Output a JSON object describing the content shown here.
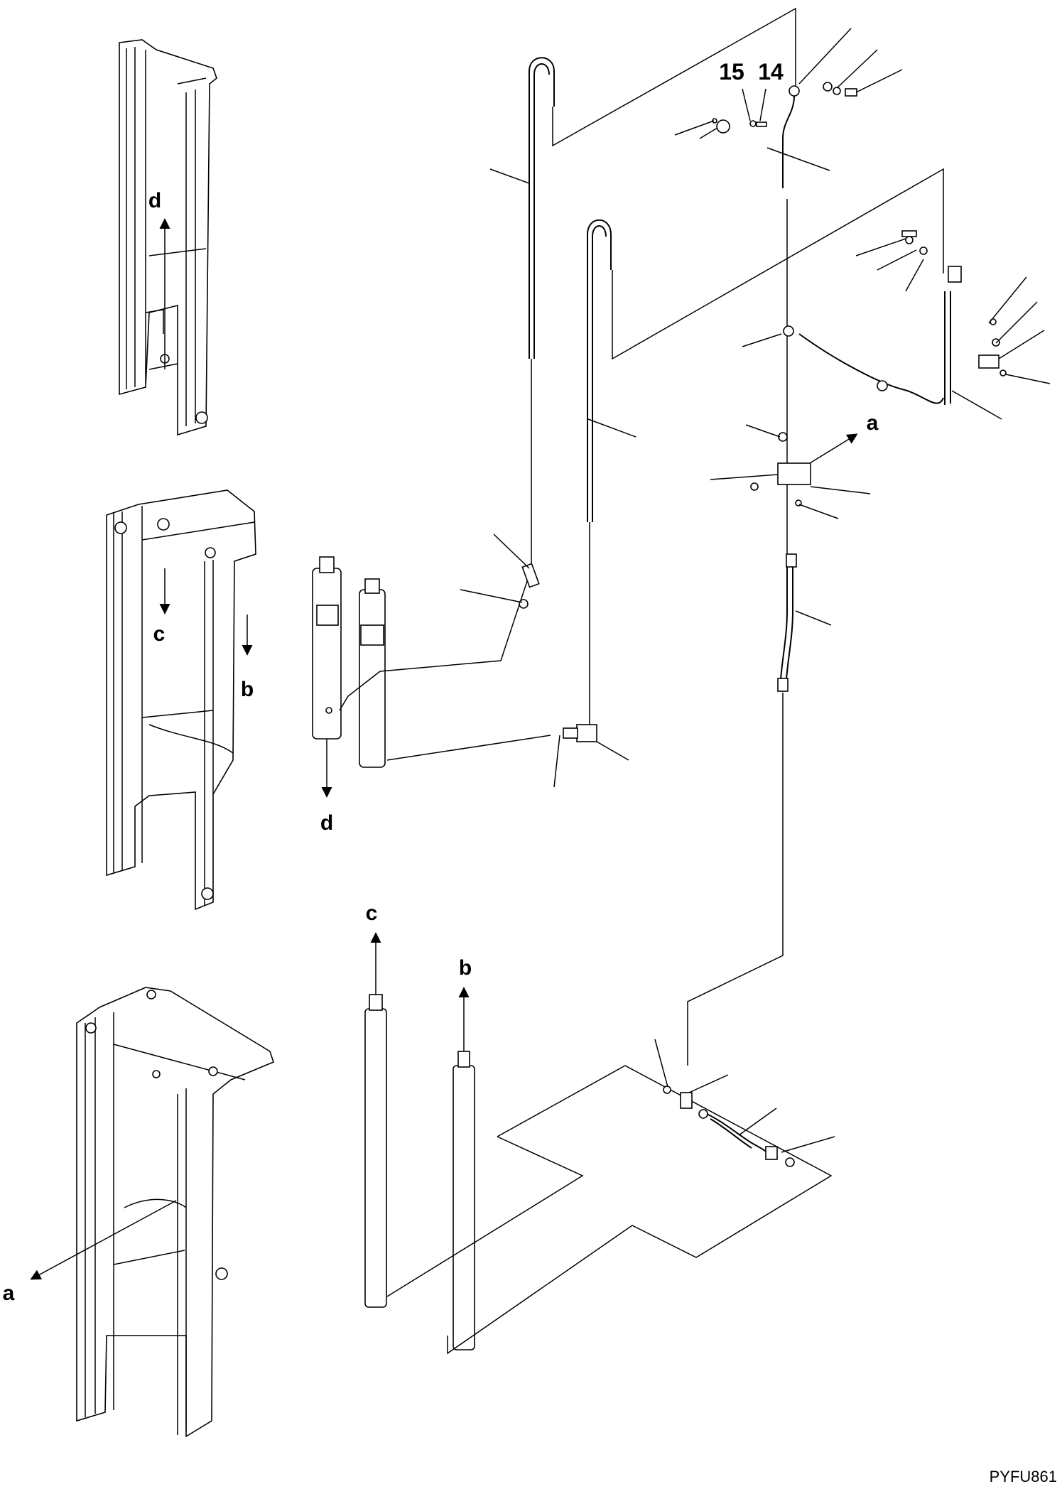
{
  "diagram": {
    "callout_numbers": [
      "15",
      "14"
    ],
    "connection_letters": {
      "d_top": "d",
      "c_mid": "c",
      "b_mid": "b",
      "d_low": "d",
      "a_right": "a",
      "c_bottom": "c",
      "b_bottom": "b",
      "a_left": "a"
    },
    "drawing_code": "PYFU861"
  }
}
